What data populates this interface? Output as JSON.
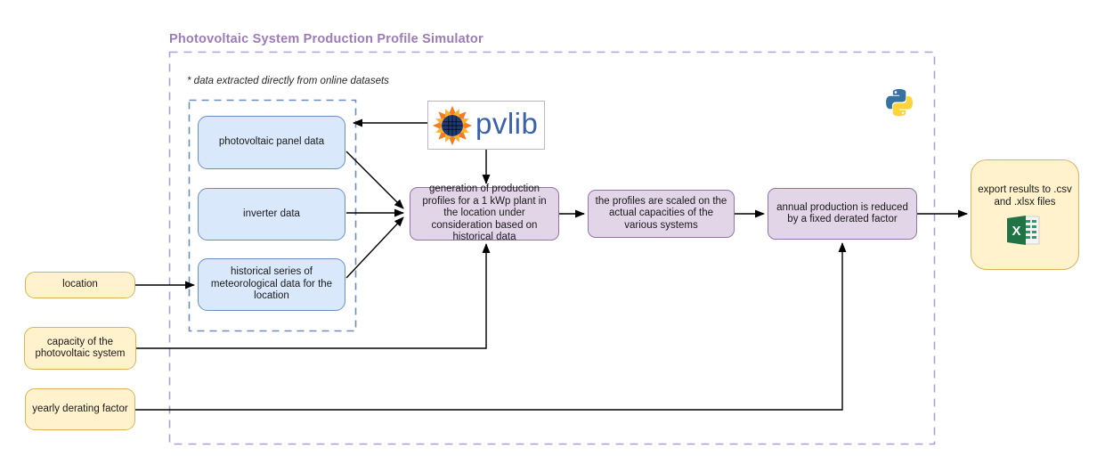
{
  "title": "Photovoltaic System Production Profile Simulator",
  "note": "* data extracted directly from online datasets",
  "nodes": {
    "location": {
      "label": "location"
    },
    "capacity": {
      "label": "capacity of the photovoltaic system"
    },
    "derating": {
      "label": "yearly derating factor"
    },
    "panel": {
      "label": "photovoltaic panel data"
    },
    "inverter": {
      "label": "inverter data"
    },
    "historical": {
      "label": "historical series of meteorological data for the location"
    },
    "generation": {
      "label": "generation of production profiles for a 1 kWp plant in the location under consideration based on historical data"
    },
    "scaling": {
      "label": "the profiles are scaled on the actual capacities of the various systems"
    },
    "derate": {
      "label": "annual production is reduced by a fixed derated factor"
    },
    "export": {
      "label": "export results to .csv and .xlsx files"
    }
  },
  "logos": {
    "pvlib_label": "pvlib",
    "pvlib_sun_icon": "sunflower-solar-panel-icon",
    "python_icon": "python-logo-icon",
    "excel_icon": "excel-logo-icon"
  },
  "colors": {
    "title_text": "#9d7bb9",
    "frame_border": "#b49dcf",
    "datasets_border": "#6c8ebf",
    "blue_fill": "#dae8fc",
    "blue_border": "#6c8ebf",
    "purple_fill": "#e1d5e7",
    "purple_border": "#9673a6",
    "yellow_fill": "#fff2cc",
    "yellow_border": "#d6b656",
    "pvlib_text": "#3a62ac",
    "pvlib_border": "#c3b1d1",
    "arrow": "#000000",
    "text": "#1a1a1a",
    "python_blue": "#3771a2",
    "python_yellow": "#ffd43b",
    "excel_green": "#217346",
    "excel_row_green": "#21a366",
    "sun_orange": "#f47b20",
    "sun_gold": "#fbb034",
    "sun_navy": "#1e3c78",
    "sun_grid": "#6b87c4"
  }
}
